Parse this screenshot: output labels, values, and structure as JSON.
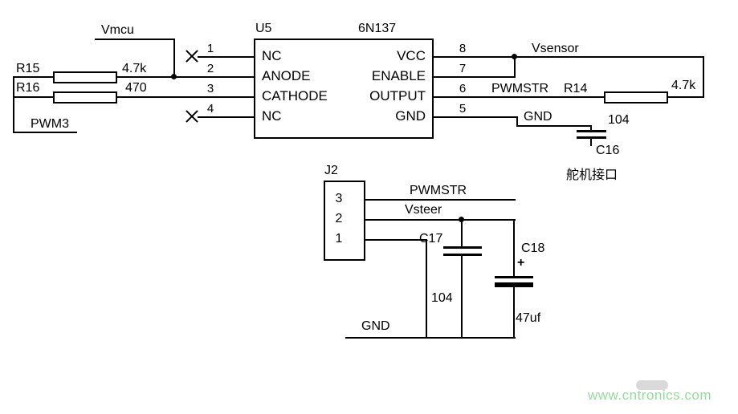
{
  "schematic": {
    "ic": {
      "ref": "U5",
      "part": "6N137",
      "left_pins": [
        {
          "num": "1",
          "name": "NC"
        },
        {
          "num": "2",
          "name": "ANODE"
        },
        {
          "num": "3",
          "name": "CATHODE"
        },
        {
          "num": "4",
          "name": "NC"
        }
      ],
      "right_pins": [
        {
          "num": "8",
          "name": "VCC"
        },
        {
          "num": "7",
          "name": "ENABLE"
        },
        {
          "num": "6",
          "name": "OUTPUT"
        },
        {
          "num": "5",
          "name": "GND"
        }
      ]
    },
    "connector": {
      "ref": "J2",
      "pins": [
        "3",
        "2",
        "1"
      ]
    },
    "resistors": {
      "r15": {
        "ref": "R15",
        "value": "4.7k"
      },
      "r16": {
        "ref": "R16",
        "value": "470"
      },
      "r14": {
        "ref": "R14",
        "value": "4.7k"
      }
    },
    "capacitors": {
      "c16": {
        "ref": "C16",
        "value": "104"
      },
      "c17": {
        "ref": "C17",
        "value": "104"
      },
      "c18": {
        "ref": "C18",
        "value": "47uf",
        "polarity": "+"
      }
    },
    "nets": {
      "vmcu": "Vmcu",
      "pwm3": "PWM3",
      "vsensor": "Vsensor",
      "pwmstr_top": "PWMSTR",
      "gnd_top": "GND",
      "pwmstr_bottom": "PWMSTR",
      "vsteer": "Vsteer",
      "gnd_bottom": "GND"
    },
    "annotations": {
      "servo_interface": "舵机接口"
    }
  },
  "watermark": {
    "text": "www.cntronics.com",
    "color": "#92dd9b"
  }
}
